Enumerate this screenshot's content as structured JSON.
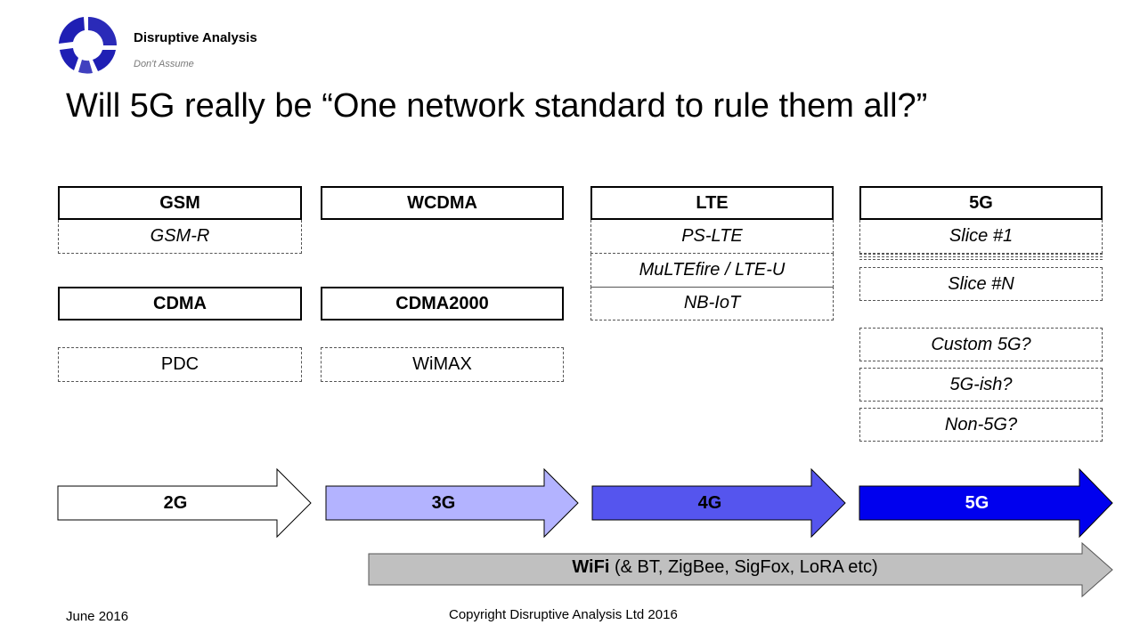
{
  "brand": {
    "name": "Disruptive Analysis",
    "tagline": "Don't Assume",
    "colors": {
      "primary": "#1f1fb4"
    }
  },
  "title": "Will 5G really be “One network standard to rule them all?”",
  "columns": [
    {
      "name": "2G",
      "boxes": [
        {
          "label": "GSM",
          "style": "solid"
        },
        {
          "label": "GSM-R",
          "style": "dashed"
        },
        {
          "label": "CDMA",
          "style": "solid"
        },
        {
          "label": "PDC",
          "style": "dashed"
        }
      ]
    },
    {
      "name": "3G",
      "boxes": [
        {
          "label": "WCDMA",
          "style": "solid"
        },
        {
          "label": "CDMA2000",
          "style": "solid"
        },
        {
          "label": "WiMAX",
          "style": "dashed"
        }
      ]
    },
    {
      "name": "4G",
      "boxes": [
        {
          "label": "LTE",
          "style": "solid"
        },
        {
          "label": "PS-LTE",
          "style": "dashed"
        },
        {
          "label": "MuLTEfire / LTE-U",
          "style": "dashed"
        },
        {
          "label": "NB-IoT",
          "style": "dashed"
        }
      ]
    },
    {
      "name": "5G",
      "boxes": [
        {
          "label": "5G",
          "style": "solid"
        },
        {
          "label": "Slice #1",
          "style": "dashed"
        },
        {
          "label": "Slice #N",
          "style": "dashed"
        },
        {
          "label": "Custom 5G?",
          "style": "dashed"
        },
        {
          "label": "5G-ish?",
          "style": "dashed"
        },
        {
          "label": "Non-5G?",
          "style": "dashed"
        }
      ]
    }
  ],
  "generations": [
    {
      "label": "2G",
      "fill": "#ffffff",
      "text_color": "#000000"
    },
    {
      "label": "3G",
      "fill": "#b3b3ff",
      "text_color": "#000000"
    },
    {
      "label": "4G",
      "fill": "#5555ee",
      "text_color": "#000000"
    },
    {
      "label": "5G",
      "fill": "#0000ee",
      "text_color": "#ffffff"
    }
  ],
  "wifi": {
    "bold": "WiFi",
    "rest": " (& BT, ZigBee, SigFox, LoRA etc)",
    "fill": "#c0c0c0"
  },
  "footer": {
    "date": "June 2016",
    "copyright": "Copyright Disruptive Analysis Ltd 2016"
  }
}
